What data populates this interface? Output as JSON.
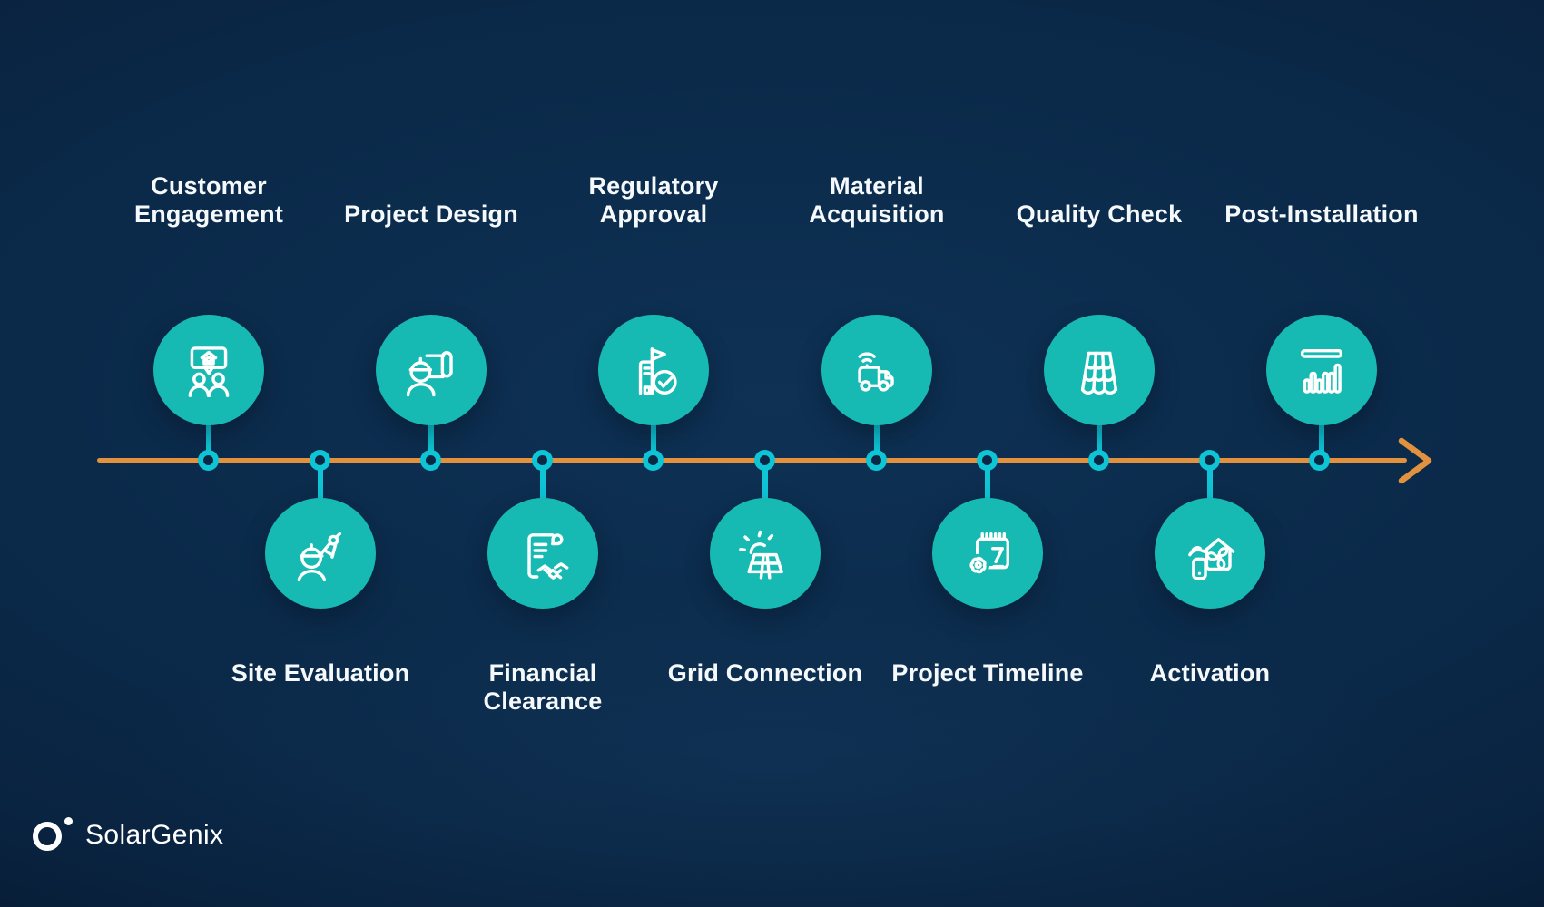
{
  "brand": {
    "name": "SolarGenix",
    "logo_icon": "solargenix-ring-logo"
  },
  "palette": {
    "background_navy": "#0b2a4a",
    "bubble_teal": "#16bab3",
    "connector_cyan": "#0dc5d5",
    "timeline_orange": "#e2923f",
    "label_white": "#f5f9fc"
  },
  "timeline": {
    "direction": "left-to-right",
    "arrow_icon": "arrow-right-icon",
    "steps": [
      {
        "label": "Customer Engagement",
        "icon": "customer-engagement-icon",
        "side": "top"
      },
      {
        "label": "Site Evaluation",
        "icon": "site-evaluation-icon",
        "side": "bottom"
      },
      {
        "label": "Project Design",
        "icon": "project-design-icon",
        "side": "top"
      },
      {
        "label": "Financial Clearance",
        "icon": "financial-clearance-icon",
        "side": "bottom"
      },
      {
        "label": "Regulatory Approval",
        "icon": "regulatory-approval-icon",
        "side": "top"
      },
      {
        "label": "Grid Connection",
        "icon": "grid-connection-icon",
        "side": "bottom"
      },
      {
        "label": "Material Acquisition",
        "icon": "material-acquisition-icon",
        "side": "top"
      },
      {
        "label": "Project Timeline",
        "icon": "project-timeline-icon",
        "side": "bottom"
      },
      {
        "label": "Quality Check",
        "icon": "quality-check-icon",
        "side": "top"
      },
      {
        "label": "Activation",
        "icon": "activation-icon",
        "side": "bottom"
      },
      {
        "label": "Post-Installation",
        "icon": "post-installation-icon",
        "side": "top"
      }
    ]
  }
}
